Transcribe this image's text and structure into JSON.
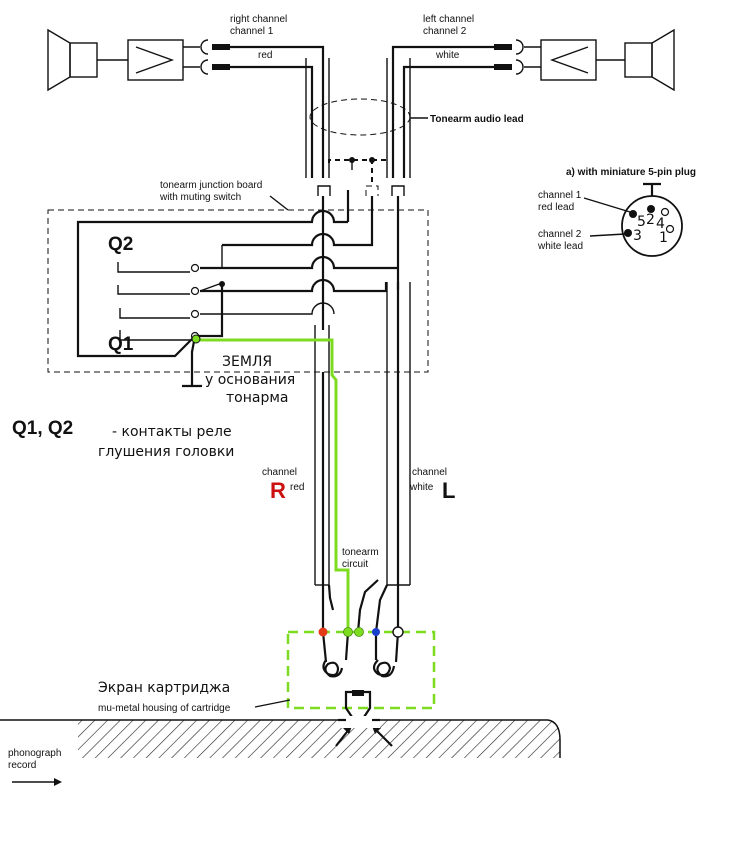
{
  "labels": {
    "right_channel": "right channel",
    "channel_1": "channel 1",
    "red_top": "red",
    "left_channel": "left channel",
    "channel_2": "channel 2",
    "white_top": "white",
    "tonearm_audio_lead": "Tonearm audio lead",
    "plug_title": "a) with miniature 5-pin plug",
    "plug_ch1": "channel 1",
    "plug_red_lead": "red lead",
    "plug_ch2": "channel 2",
    "plug_white_lead": "white lead",
    "pin_5": "5",
    "pin_2": "2",
    "pin_4": "4",
    "pin_3": "3",
    "pin_1": "1",
    "junction_board_1": "tonearm junction board",
    "junction_board_2": "with muting switch",
    "q2": "Q2",
    "q1": "Q1",
    "ground_1": "ЗЕМЛЯ",
    "ground_2": "у основания",
    "ground_3": "тонарма",
    "q1q2_heading": "Q1, Q2",
    "relay_text_1": "- контакты реле",
    "relay_text_2": "глушения головки",
    "channel_r": "channel",
    "R": "R",
    "red_r": "red",
    "channel_l": "channel",
    "white_l": "white",
    "L": "L",
    "tonearm_1": "tonearm",
    "tonearm_2": "circuit",
    "cartridge_ru": "Экран  картриджа",
    "cartridge_en": "mu-metal housing of cartridge",
    "phonograph": "phonograph",
    "record": "record"
  },
  "colors": {
    "ground_wire": "#7ddc1f",
    "right_channel": "#cc1111",
    "left_channel": "#111111",
    "blue_dot": "#1a3fcc"
  }
}
